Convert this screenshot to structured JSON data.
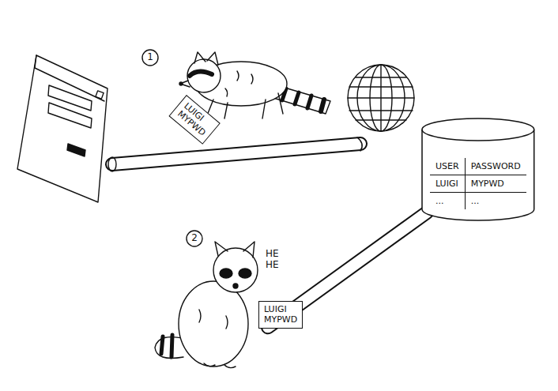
{
  "diagram": {
    "nodes": [
      {
        "text": [
          "LUIGI MYPWD"
        ]
      },
      {
        "text": [
          "USER",
          "PASSWORD",
          "LUIGI",
          "MYPWD",
          "...",
          "..."
        ]
      },
      {
        "text": [
          "LUIGI MYPWD"
        ]
      }
    ],
    "edges": [
      {
        "from": 1,
        "to": 2,
        "arrow": "none"
      }
    ],
    "labels": [
      "1",
      "2",
      "HE HE"
    ]
  }
}
